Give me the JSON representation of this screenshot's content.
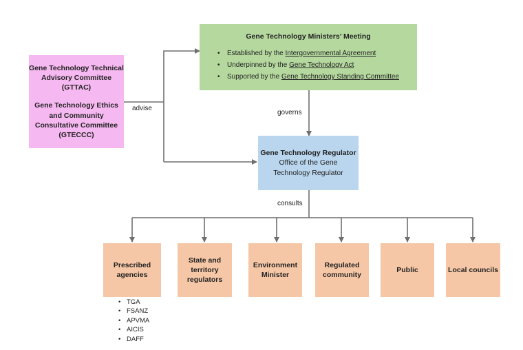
{
  "advisory": {
    "gttac_lines": [
      "Gene Technology Technical",
      "Advisory Committee",
      "(GTTAC)"
    ],
    "gteccc_lines": [
      "Gene Technology Ethics",
      "and Community",
      "Consultative Committee",
      "(GTECCC)"
    ]
  },
  "ministers": {
    "title": "Gene Technology Ministers’ Meeting",
    "bullets": [
      {
        "prefix": "Established by the ",
        "link": "Intergovernmental Agreement"
      },
      {
        "prefix": "Underpinned by the ",
        "link": "Gene Technology Act"
      },
      {
        "prefix": "Supported by the ",
        "link": "Gene Technology Standing Committee"
      }
    ]
  },
  "regulator": {
    "title": "Gene Technology Regulator",
    "subtitle_lines": [
      "Office of the Gene",
      "Technology Regulator"
    ]
  },
  "edge_labels": {
    "advise": "advise",
    "governs": "governs",
    "consults": "consults"
  },
  "consulted": [
    {
      "lines": [
        "Prescribed",
        "agencies"
      ]
    },
    {
      "lines": [
        "State and",
        "territory",
        "regulators"
      ]
    },
    {
      "lines": [
        "Environment",
        "Minister"
      ]
    },
    {
      "lines": [
        "Regulated",
        "community"
      ]
    },
    {
      "lines": [
        "Public"
      ]
    },
    {
      "lines": [
        "Local councils"
      ]
    }
  ],
  "prescribed_agencies": [
    "TGA",
    "FSANZ",
    "APVMA",
    "AICIS",
    "DAFF"
  ],
  "colors": {
    "advisory": "#f5b8f0",
    "ministers": "#b5d89f",
    "regulator": "#b9d6ee",
    "consulted": "#f6c7a6",
    "arrow": "#6f6f6f"
  }
}
